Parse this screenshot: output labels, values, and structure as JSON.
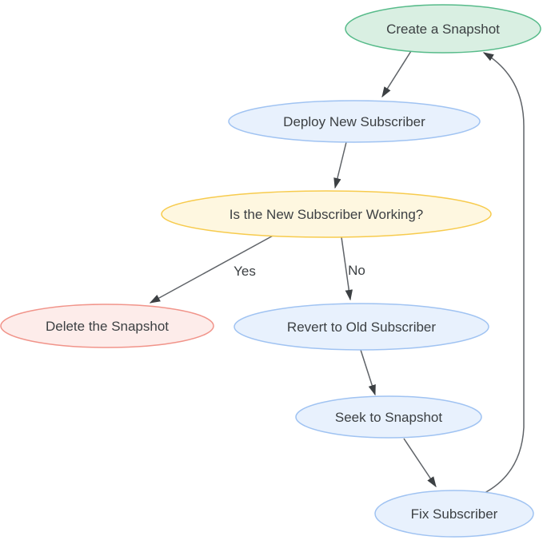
{
  "diagram": {
    "type": "flowchart",
    "nodes": [
      {
        "id": "create-snapshot",
        "label": "Create a Snapshot",
        "fill": "#d9efe2",
        "stroke": "#57bb8a"
      },
      {
        "id": "deploy-new-subscriber",
        "label": "Deploy New Subscriber",
        "fill": "#e8f1fd",
        "stroke": "#a0c3f2"
      },
      {
        "id": "is-new-subscriber-working",
        "label": "Is the New Subscriber Working?",
        "fill": "#fef7e0",
        "stroke": "#f7cb4d"
      },
      {
        "id": "delete-snapshot",
        "label": "Delete the Snapshot",
        "fill": "#fdecea",
        "stroke": "#f1948a"
      },
      {
        "id": "revert-to-old-subscriber",
        "label": "Revert to Old Subscriber",
        "fill": "#e8f1fd",
        "stroke": "#a0c3f2"
      },
      {
        "id": "seek-to-snapshot",
        "label": "Seek to Snapshot",
        "fill": "#e8f1fd",
        "stroke": "#a0c3f2"
      },
      {
        "id": "fix-subscriber",
        "label": "Fix Subscriber",
        "fill": "#e8f1fd",
        "stroke": "#a0c3f2"
      }
    ],
    "edges": [
      {
        "from": "create-snapshot",
        "to": "deploy-new-subscriber",
        "label": ""
      },
      {
        "from": "deploy-new-subscriber",
        "to": "is-new-subscriber-working",
        "label": ""
      },
      {
        "from": "is-new-subscriber-working",
        "to": "delete-snapshot",
        "label": "Yes"
      },
      {
        "from": "is-new-subscriber-working",
        "to": "revert-to-old-subscriber",
        "label": "No"
      },
      {
        "from": "revert-to-old-subscriber",
        "to": "seek-to-snapshot",
        "label": ""
      },
      {
        "from": "seek-to-snapshot",
        "to": "fix-subscriber",
        "label": ""
      },
      {
        "from": "fix-subscriber",
        "to": "create-snapshot",
        "label": ""
      }
    ],
    "colors": {
      "text": "#3c4043",
      "line": "#5f6368",
      "arrowhead": "#3c4043",
      "background": "#ffffff"
    }
  }
}
